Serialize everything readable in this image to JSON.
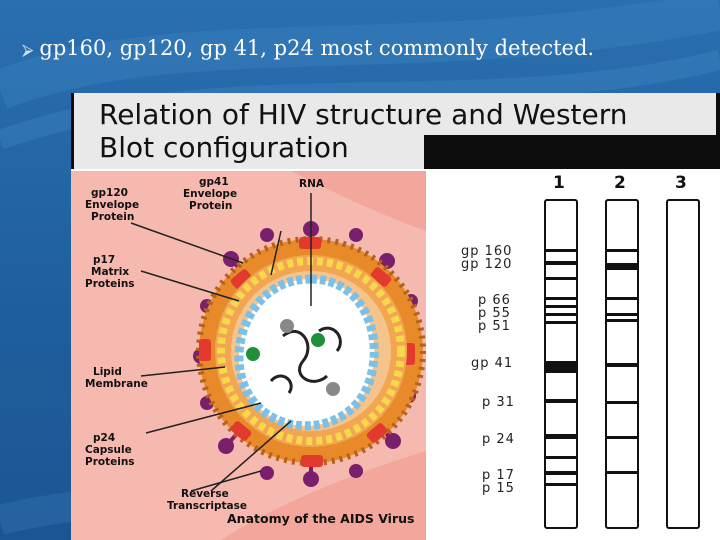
{
  "slide": {
    "bullet_glyph": "⮚",
    "bullet_text": "gp160, gp120, gp 41, p24 most commonly detected."
  },
  "figure": {
    "title_line1": "Relation of HIV structure and Western",
    "title_line2": "Blot configuration",
    "virus": {
      "labels": {
        "gp120": [
          "gp120",
          "Envelope",
          "Protein"
        ],
        "gp41": [
          "gp41",
          "Envelope",
          "Protein"
        ],
        "rna": "RNA",
        "p17": [
          "p17",
          "Matrix",
          "Proteins"
        ],
        "lipid": [
          "Lipid",
          "Membrane"
        ],
        "p24": [
          "p24",
          "Capsule",
          "Proteins"
        ],
        "rt": [
          "Reverse",
          "Transcriptase"
        ],
        "caption": "Anatomy of the AIDS Virus"
      }
    },
    "blot": {
      "lanes": [
        "1",
        "2",
        "3"
      ],
      "band_labels": [
        "gp 160",
        "gp 120",
        "p 66",
        "p 55",
        "p 51",
        "gp 41",
        "p 31",
        "p 24",
        "p 17",
        "p 15"
      ]
    }
  },
  "colors": {
    "background": "#1f5f9e",
    "virus_bg": "#f6b9b0",
    "envelope": "#e8892a",
    "spike": "#7a1f6b",
    "red_protein": "#e23b2d",
    "yellow": "#f6d84a",
    "capsid_blue": "#7cc0e6",
    "rna_green": "#1e8f3a"
  }
}
